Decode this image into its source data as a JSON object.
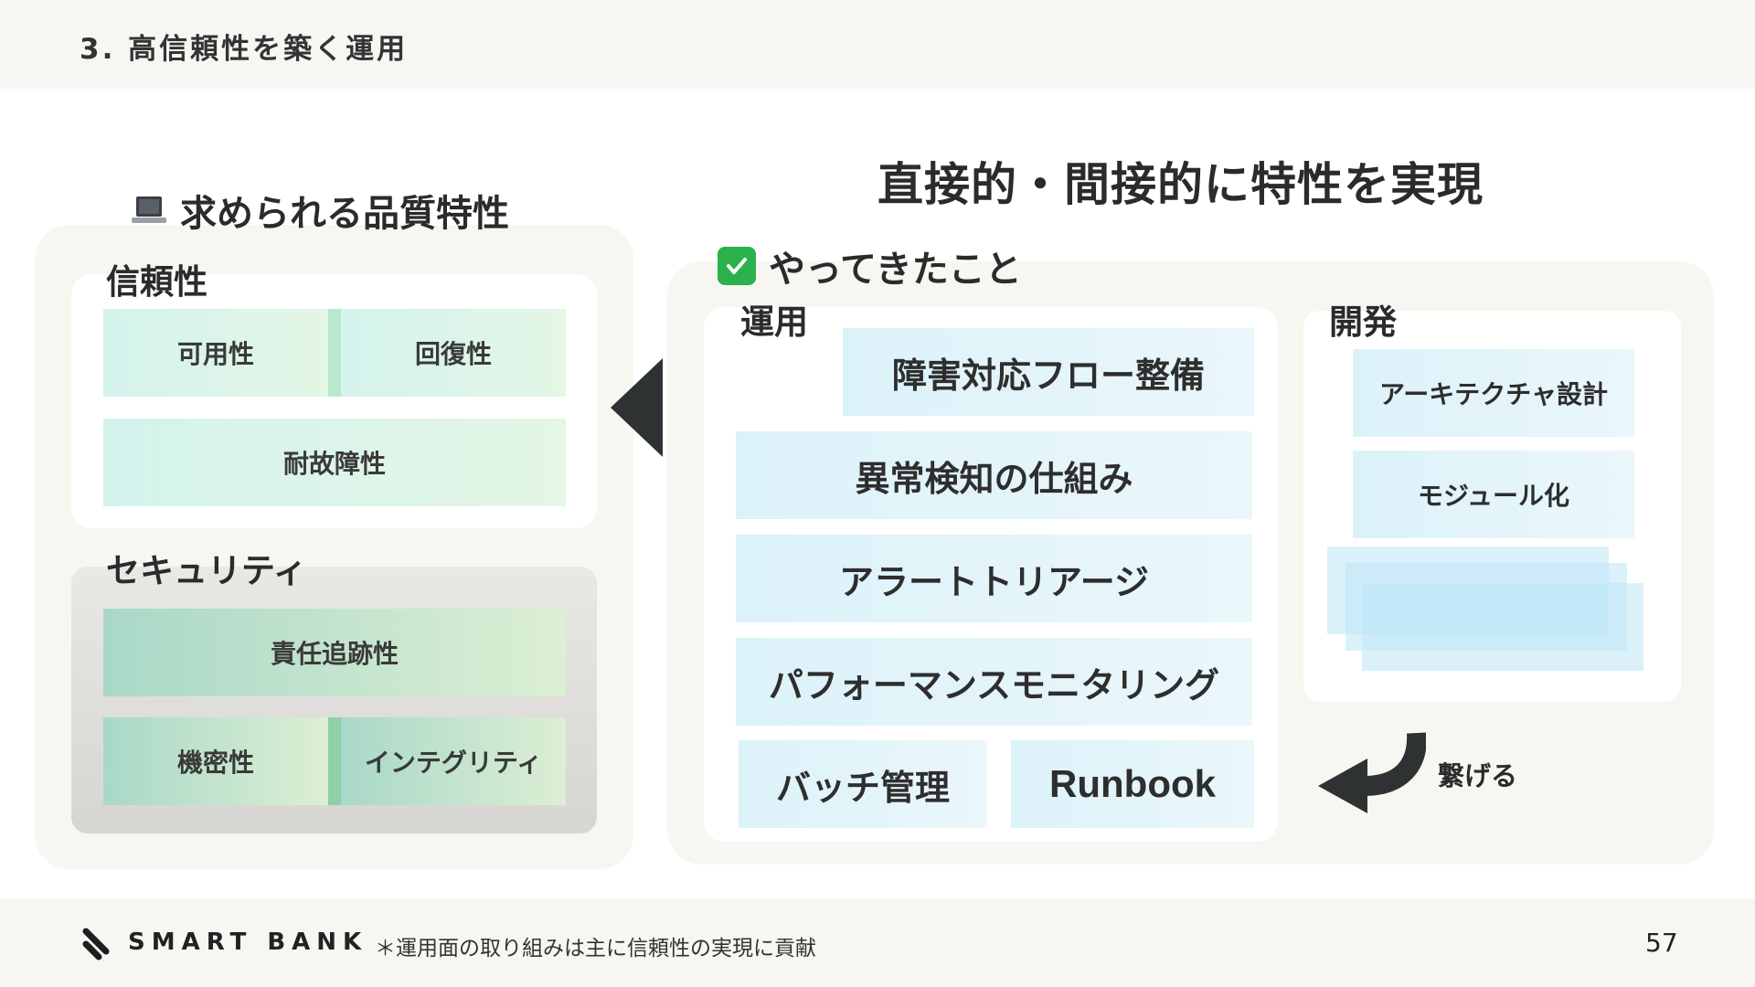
{
  "header": {
    "section_title": "3. 高信頼性を築く運用"
  },
  "left_panel": {
    "title": "求められる品質特性",
    "icon": "laptop-icon",
    "reliability": {
      "label": "信頼性",
      "tiles": [
        "可用性",
        "回復性",
        "耐故障性"
      ]
    },
    "security": {
      "label": "セキュリティ",
      "tiles": [
        "責任追跡性",
        "機密性",
        "インテグリティ"
      ]
    }
  },
  "main_heading": "直接的・間接的に特性を実現",
  "right_panel": {
    "title": "やってきたこと",
    "icon": "check-mark-icon",
    "operations": {
      "label": "運用",
      "tiles": [
        "障害対応フロー整備",
        "異常検知の仕組み",
        "アラートトリアージ",
        "パフォーマンスモニタリング",
        "バッチ管理",
        "Runbook"
      ]
    },
    "development": {
      "label": "開発",
      "tiles": [
        "アーキテクチャ設計",
        "モジュール化"
      ]
    },
    "connect_label": "繋げる"
  },
  "footer": {
    "logo_text": "SMART BANK",
    "footnote": "＊運用面の取り組みは主に信頼性の実現に貢献",
    "page_number": "57"
  },
  "colors": {
    "panel_bg": "#f7f6f1",
    "green_tile": "#d4f3ec",
    "blue_tile": "#dcf2f9",
    "check_green": "#2bb24c",
    "arrow_dark": "#2f3233"
  }
}
